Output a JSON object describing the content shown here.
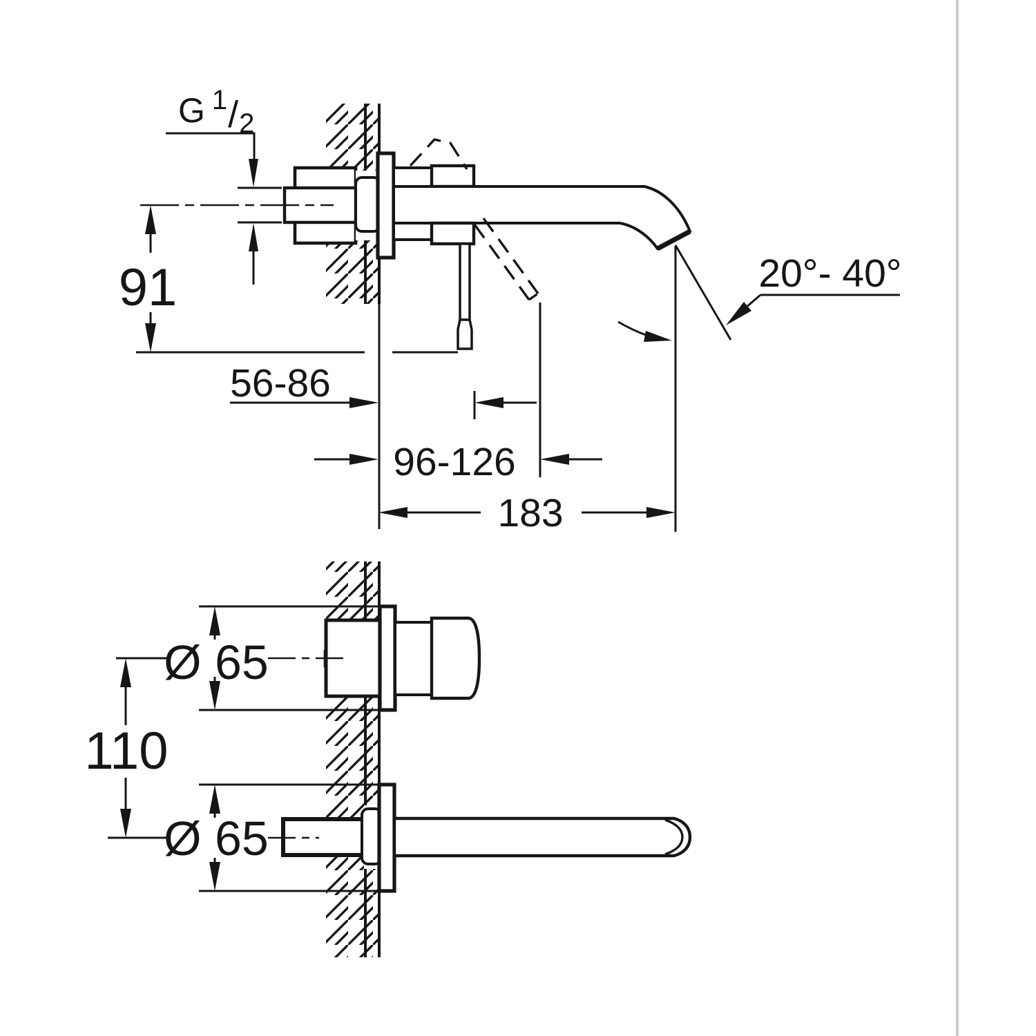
{
  "colors": {
    "ink": "#161616",
    "background": "#ffffff",
    "edge_divider": "#c9c9c9"
  },
  "side_view": {
    "thread_label": {
      "letter": "G",
      "numerator": "1",
      "fraction_slash": "/",
      "denominator": "2"
    },
    "dims": {
      "centerline_to_lever_tip": "91",
      "wall_to_lever_closed": "56-86",
      "wall_to_lever_open": "96-126",
      "spout_projection": "183",
      "spout_angle_range": "20°- 40°"
    }
  },
  "front_view": {
    "dims": {
      "handle_plate_diameter": "Ø 65",
      "plate_center_distance": "110",
      "spout_plate_diameter": "Ø 65"
    }
  }
}
